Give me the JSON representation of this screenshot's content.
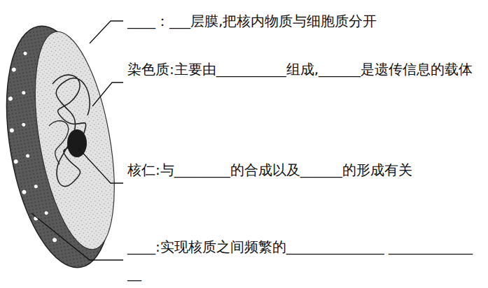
{
  "diagram": {
    "labels": [
      "____：___层膜,把核内物质与细胞质分开",
      "染色质:主要由__________组成,______是遗传信息的载体",
      "核仁:与________的合成以及______的形成有关",
      "____:实现核质之间频繁的______________ ______________"
    ]
  }
}
